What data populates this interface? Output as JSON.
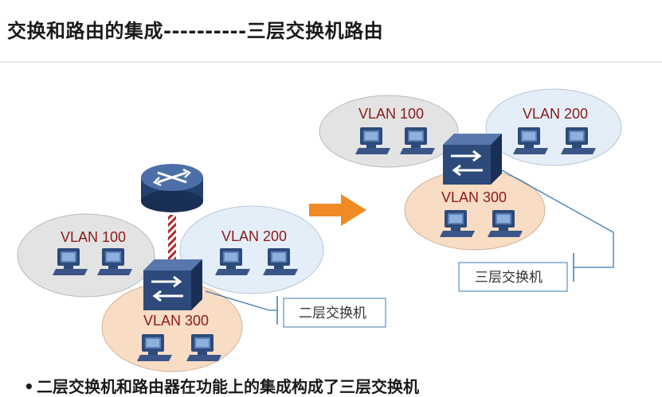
{
  "page": {
    "title": "交换和路由的集成----------三层交换机路由",
    "bullet": "二层交换机和路由器在功能上的集成构成了三层交换机"
  },
  "left_diagram": {
    "vlan_a": "VLAN 100",
    "vlan_b": "VLAN 200",
    "vlan_c": "VLAN 300",
    "callout": "二层交换机"
  },
  "right_diagram": {
    "vlan_a": "VLAN 100",
    "vlan_b": "VLAN 200",
    "vlan_c": "VLAN 300",
    "callout": "三层交换机"
  },
  "colors": {
    "arrow": "#f08a24",
    "vlan_100_bg": "#e3e3e3",
    "vlan_200_bg": "#e4eef8",
    "vlan_300_bg": "#f8dcc4",
    "switch": "#2d4a7a",
    "router": "#2d4a7a",
    "callout_line": "#3d7ab5"
  },
  "icons": [
    "router-icon",
    "switch-icon",
    "pc-icon",
    "arrow-right-icon"
  ]
}
